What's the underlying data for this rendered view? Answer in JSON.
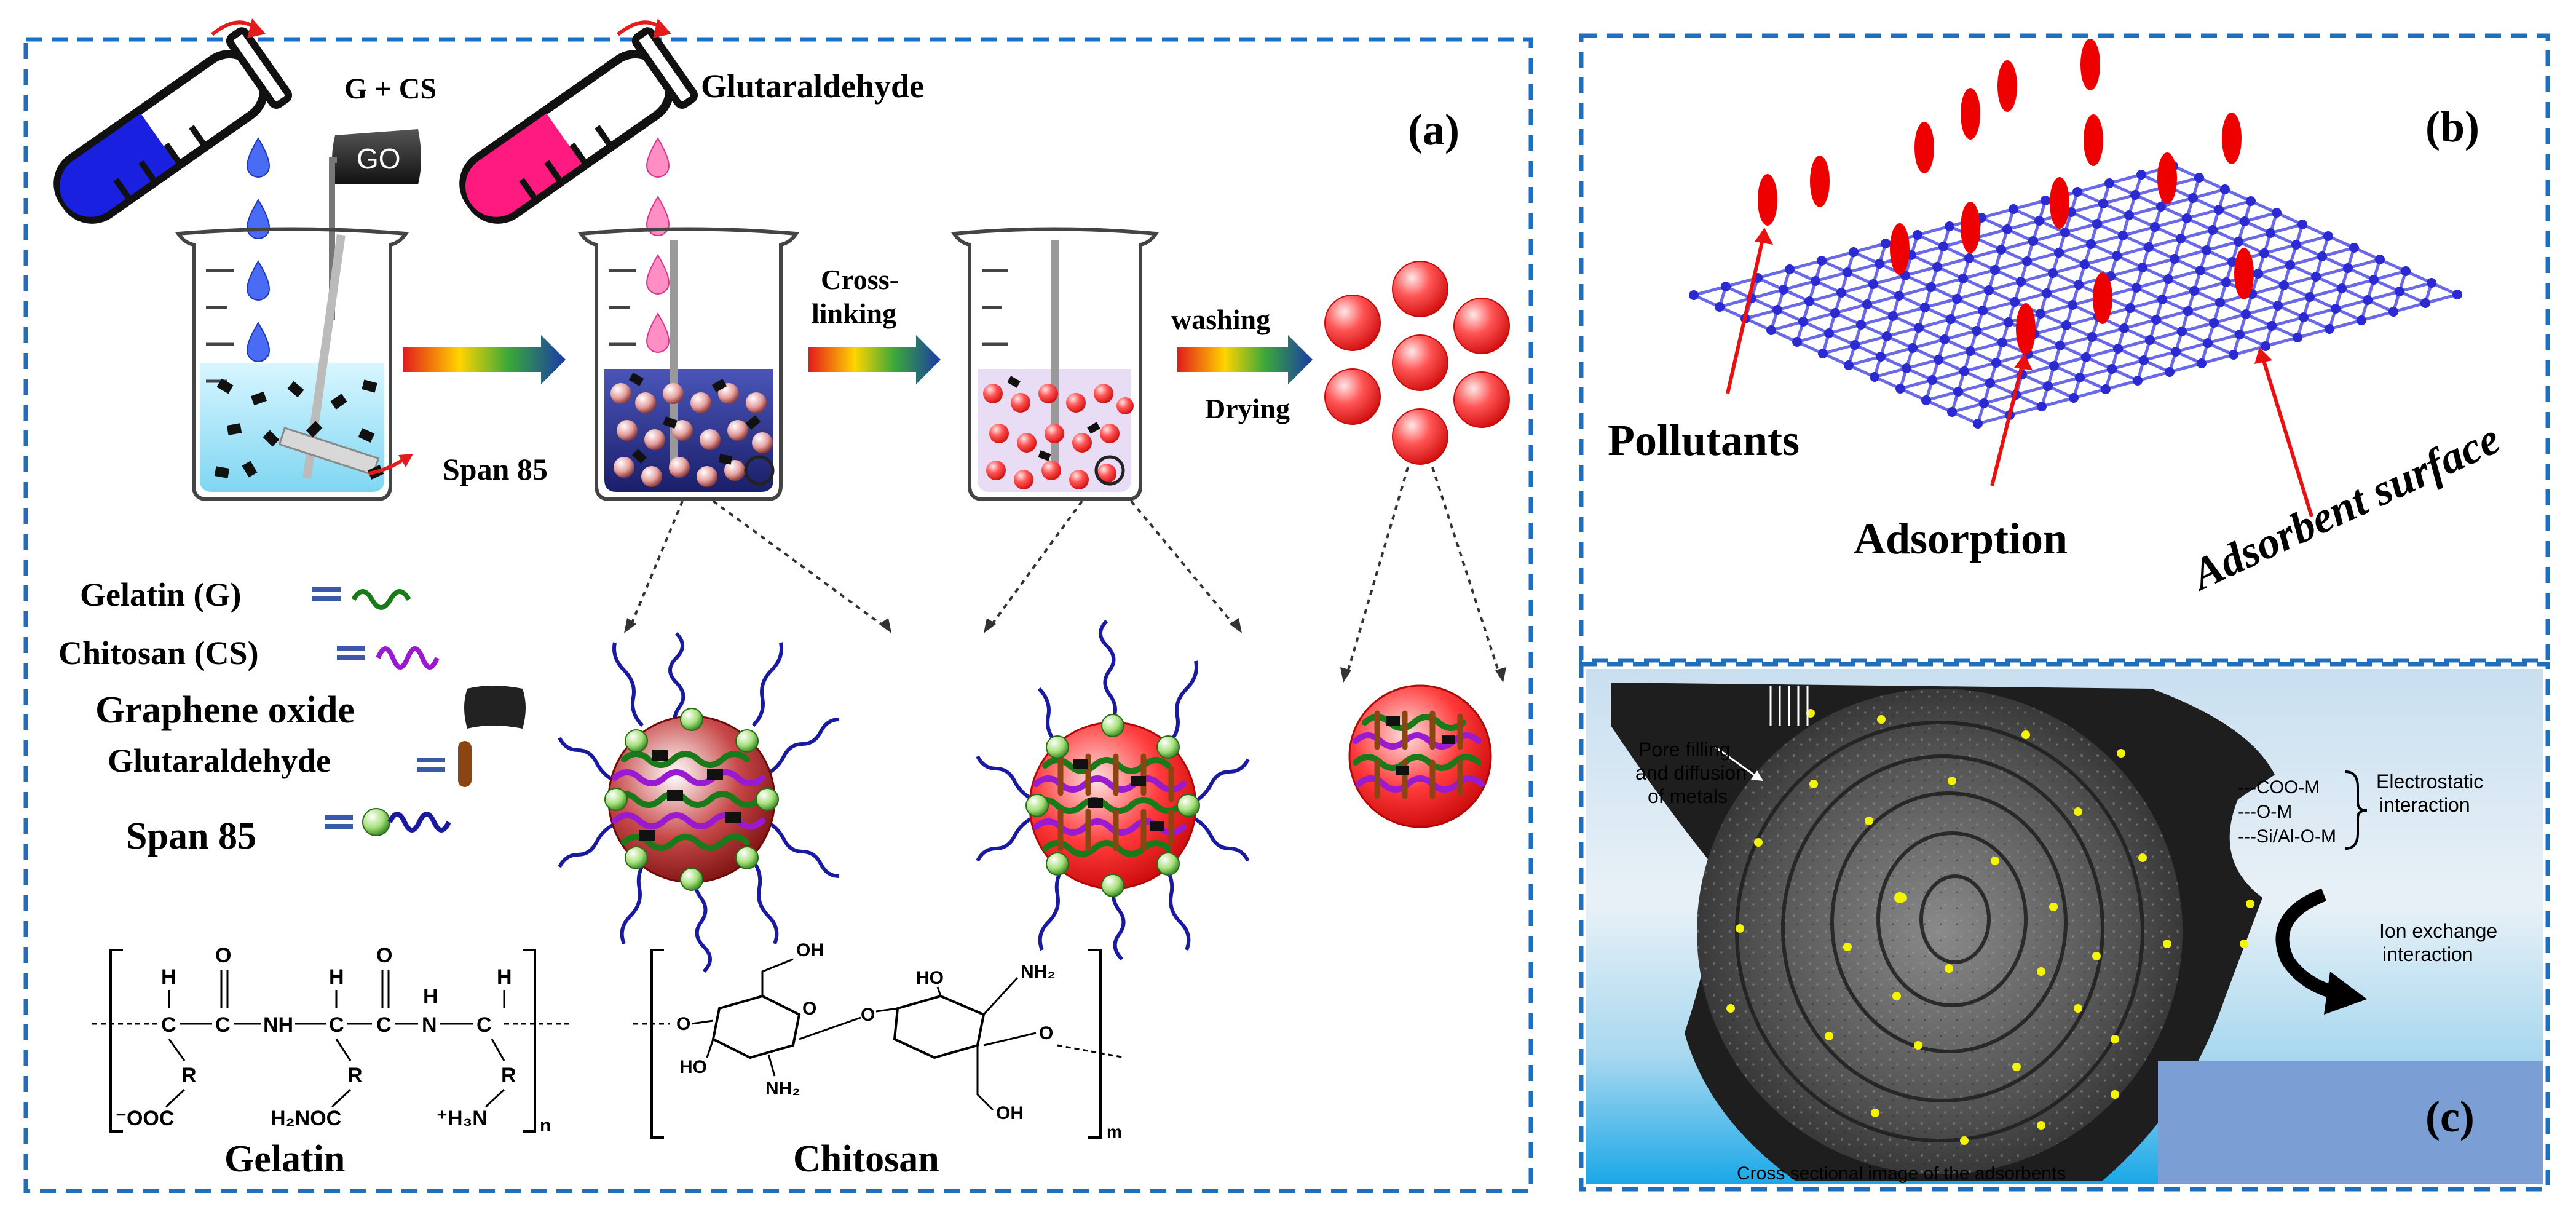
{
  "panel_a": {
    "tag": "(a)",
    "label_g_cs": "G + CS",
    "label_go_tag": "GO",
    "label_glutaraldehyde_top": "Glutaraldehyde",
    "label_span85_step": "Span 85",
    "label_cross": "Cross-",
    "label_linking": "linking",
    "label_washing": "washing",
    "label_drying": "Drying",
    "legend": [
      {
        "text": "Gelatin (G)",
        "color": "#1a7a1a"
      },
      {
        "text": "Chitosan (CS)",
        "color": "#9a1ad0"
      },
      {
        "text": "Graphene oxide",
        "color": "#222222"
      },
      {
        "text": "Glutaraldehyde",
        "color": "#8b4513"
      },
      {
        "text": "Span 85",
        "color": "#1a1aa0"
      }
    ],
    "gelatin_structure": {
      "name": "Gelatin",
      "H1": "H",
      "O1": "O",
      "H2": "H",
      "O2": "O",
      "H3": "H",
      "H4": "H",
      "C1": "C",
      "C2": "C",
      "C3": "C",
      "C4": "C",
      "C5": "C",
      "NH1": "NH",
      "N1": "N",
      "R1": "R",
      "R2": "R",
      "R3": "R",
      "OOC": "⁻OOC",
      "H2NOC": "H₂NOC",
      "H3N": "⁺H₃N",
      "sub": "n"
    },
    "chitosan_structure": {
      "name": "Chitosan",
      "OH_top": "OH",
      "O_ring1": "O",
      "O_left": "O",
      "HO_1": "HO",
      "NH2_1": "NH₂",
      "O_link": "O",
      "NH2_2": "NH₂",
      "HO_2": "HO",
      "O_ring2": "O",
      "OH_bottom": "OH",
      "sub": "m"
    }
  },
  "panel_b": {
    "tag": "(b)",
    "label_pollutants": "Pollutants",
    "label_adsorption": "Adsorption",
    "label_adsorbent_surface": "Adsorbent surface"
  },
  "panel_c": {
    "tag": "(c)",
    "label_pore_1": "Pore filling",
    "label_pore_2": "and diffusion",
    "label_pore_3": "of metals",
    "label_coo": "---COO-M",
    "label_om": "---O-M",
    "label_sialo": "---Si/Al-O-M",
    "label_electrostatic_1": "Electrostatic",
    "label_electrostatic_2": "interaction",
    "label_ion_1": "Ion exchange",
    "label_ion_2": "interaction",
    "caption": "Cross sectional image  of the adsorbents"
  },
  "colors": {
    "border": "#1f6fbf",
    "blue_liquid": "#1a20e0",
    "pink_liquid": "#ff1a80",
    "sphere_red": "#ee1c1c",
    "lattice": "#2a2ad0",
    "pollutant": "#ee0000"
  }
}
